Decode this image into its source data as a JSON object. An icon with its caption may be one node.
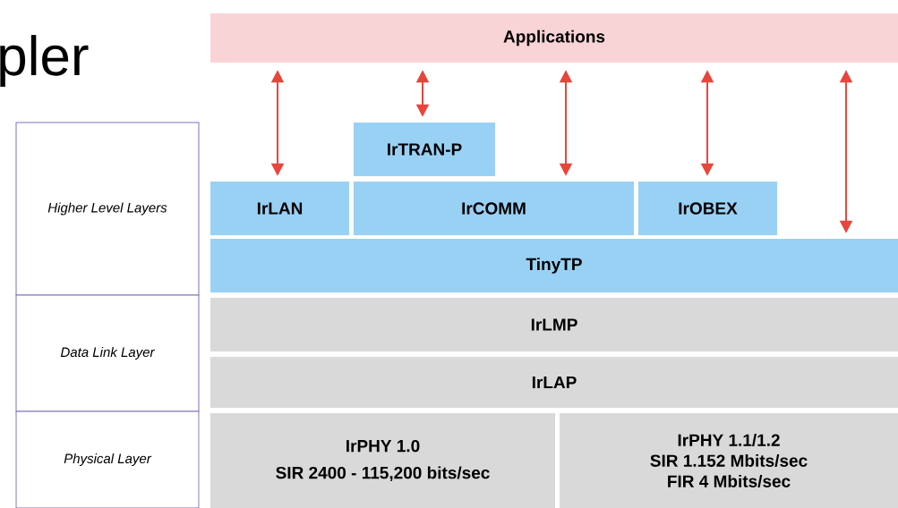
{
  "diagram": {
    "title": "pler",
    "nodes": [
      {
        "text": [
          "Applications"
        ]
      },
      {
        "text": [
          "IrTRAN-P"
        ]
      },
      {
        "text": [
          "IrLAN"
        ]
      },
      {
        "text": [
          "IrCOMM"
        ]
      },
      {
        "text": [
          "IrOBEX"
        ]
      },
      {
        "text": [
          "TinyTP"
        ]
      },
      {
        "text": [
          "IrLMP"
        ]
      },
      {
        "text": [
          "IrLAP"
        ]
      },
      {
        "text": [
          "IrPHY 1.0",
          "SIR 2400 - 115,200 bits/sec"
        ]
      },
      {
        "text": [
          "IrPHY 1.1/1.2",
          "SIR 1.152 Mbits/sec",
          "FIR 4 Mbits/sec"
        ]
      },
      {
        "text": [
          "Higher Level Layers"
        ]
      },
      {
        "text": [
          "Data Link Layer"
        ]
      },
      {
        "text": [
          "Physical Layer"
        ]
      }
    ],
    "edges": [
      {
        "from": 0,
        "to": 2,
        "arrow": "both"
      },
      {
        "from": 0,
        "to": 1,
        "arrow": "both"
      },
      {
        "from": 0,
        "to": 3,
        "arrow": "both"
      },
      {
        "from": 0,
        "to": 4,
        "arrow": "both"
      },
      {
        "from": 0,
        "to": 5,
        "arrow": "both"
      }
    ]
  }
}
